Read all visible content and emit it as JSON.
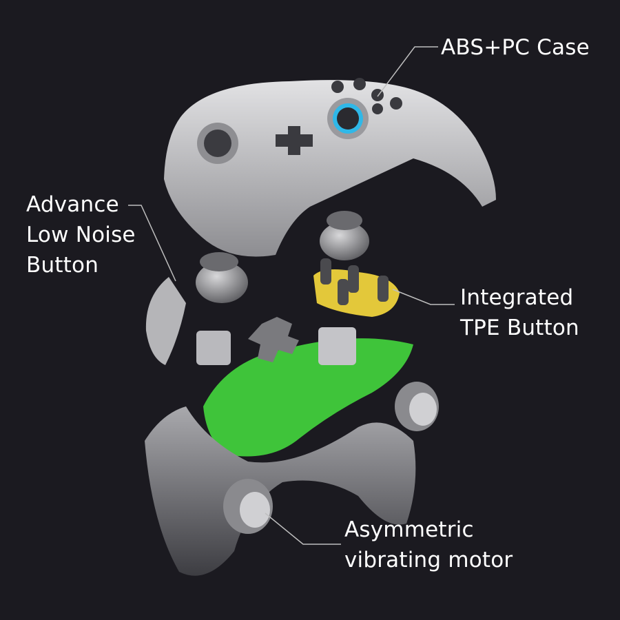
{
  "callouts": {
    "case": {
      "lines": [
        "ABS+PC Case"
      ]
    },
    "button": {
      "lines": [
        "Advance",
        "Low Noise",
        "Button"
      ]
    },
    "tpe": {
      "lines": [
        "Integrated",
        "TPE Button"
      ]
    },
    "motor": {
      "lines": [
        "Asymmetric",
        "vibrating motor"
      ]
    }
  },
  "colors": {
    "background": "#1b1a20",
    "shell": "#cfcfd1",
    "pcb": "#3fc43a",
    "tpe_button": "#e3c83a",
    "accent_ring": "#2fb8e8",
    "leader": "#bfbfbf"
  }
}
